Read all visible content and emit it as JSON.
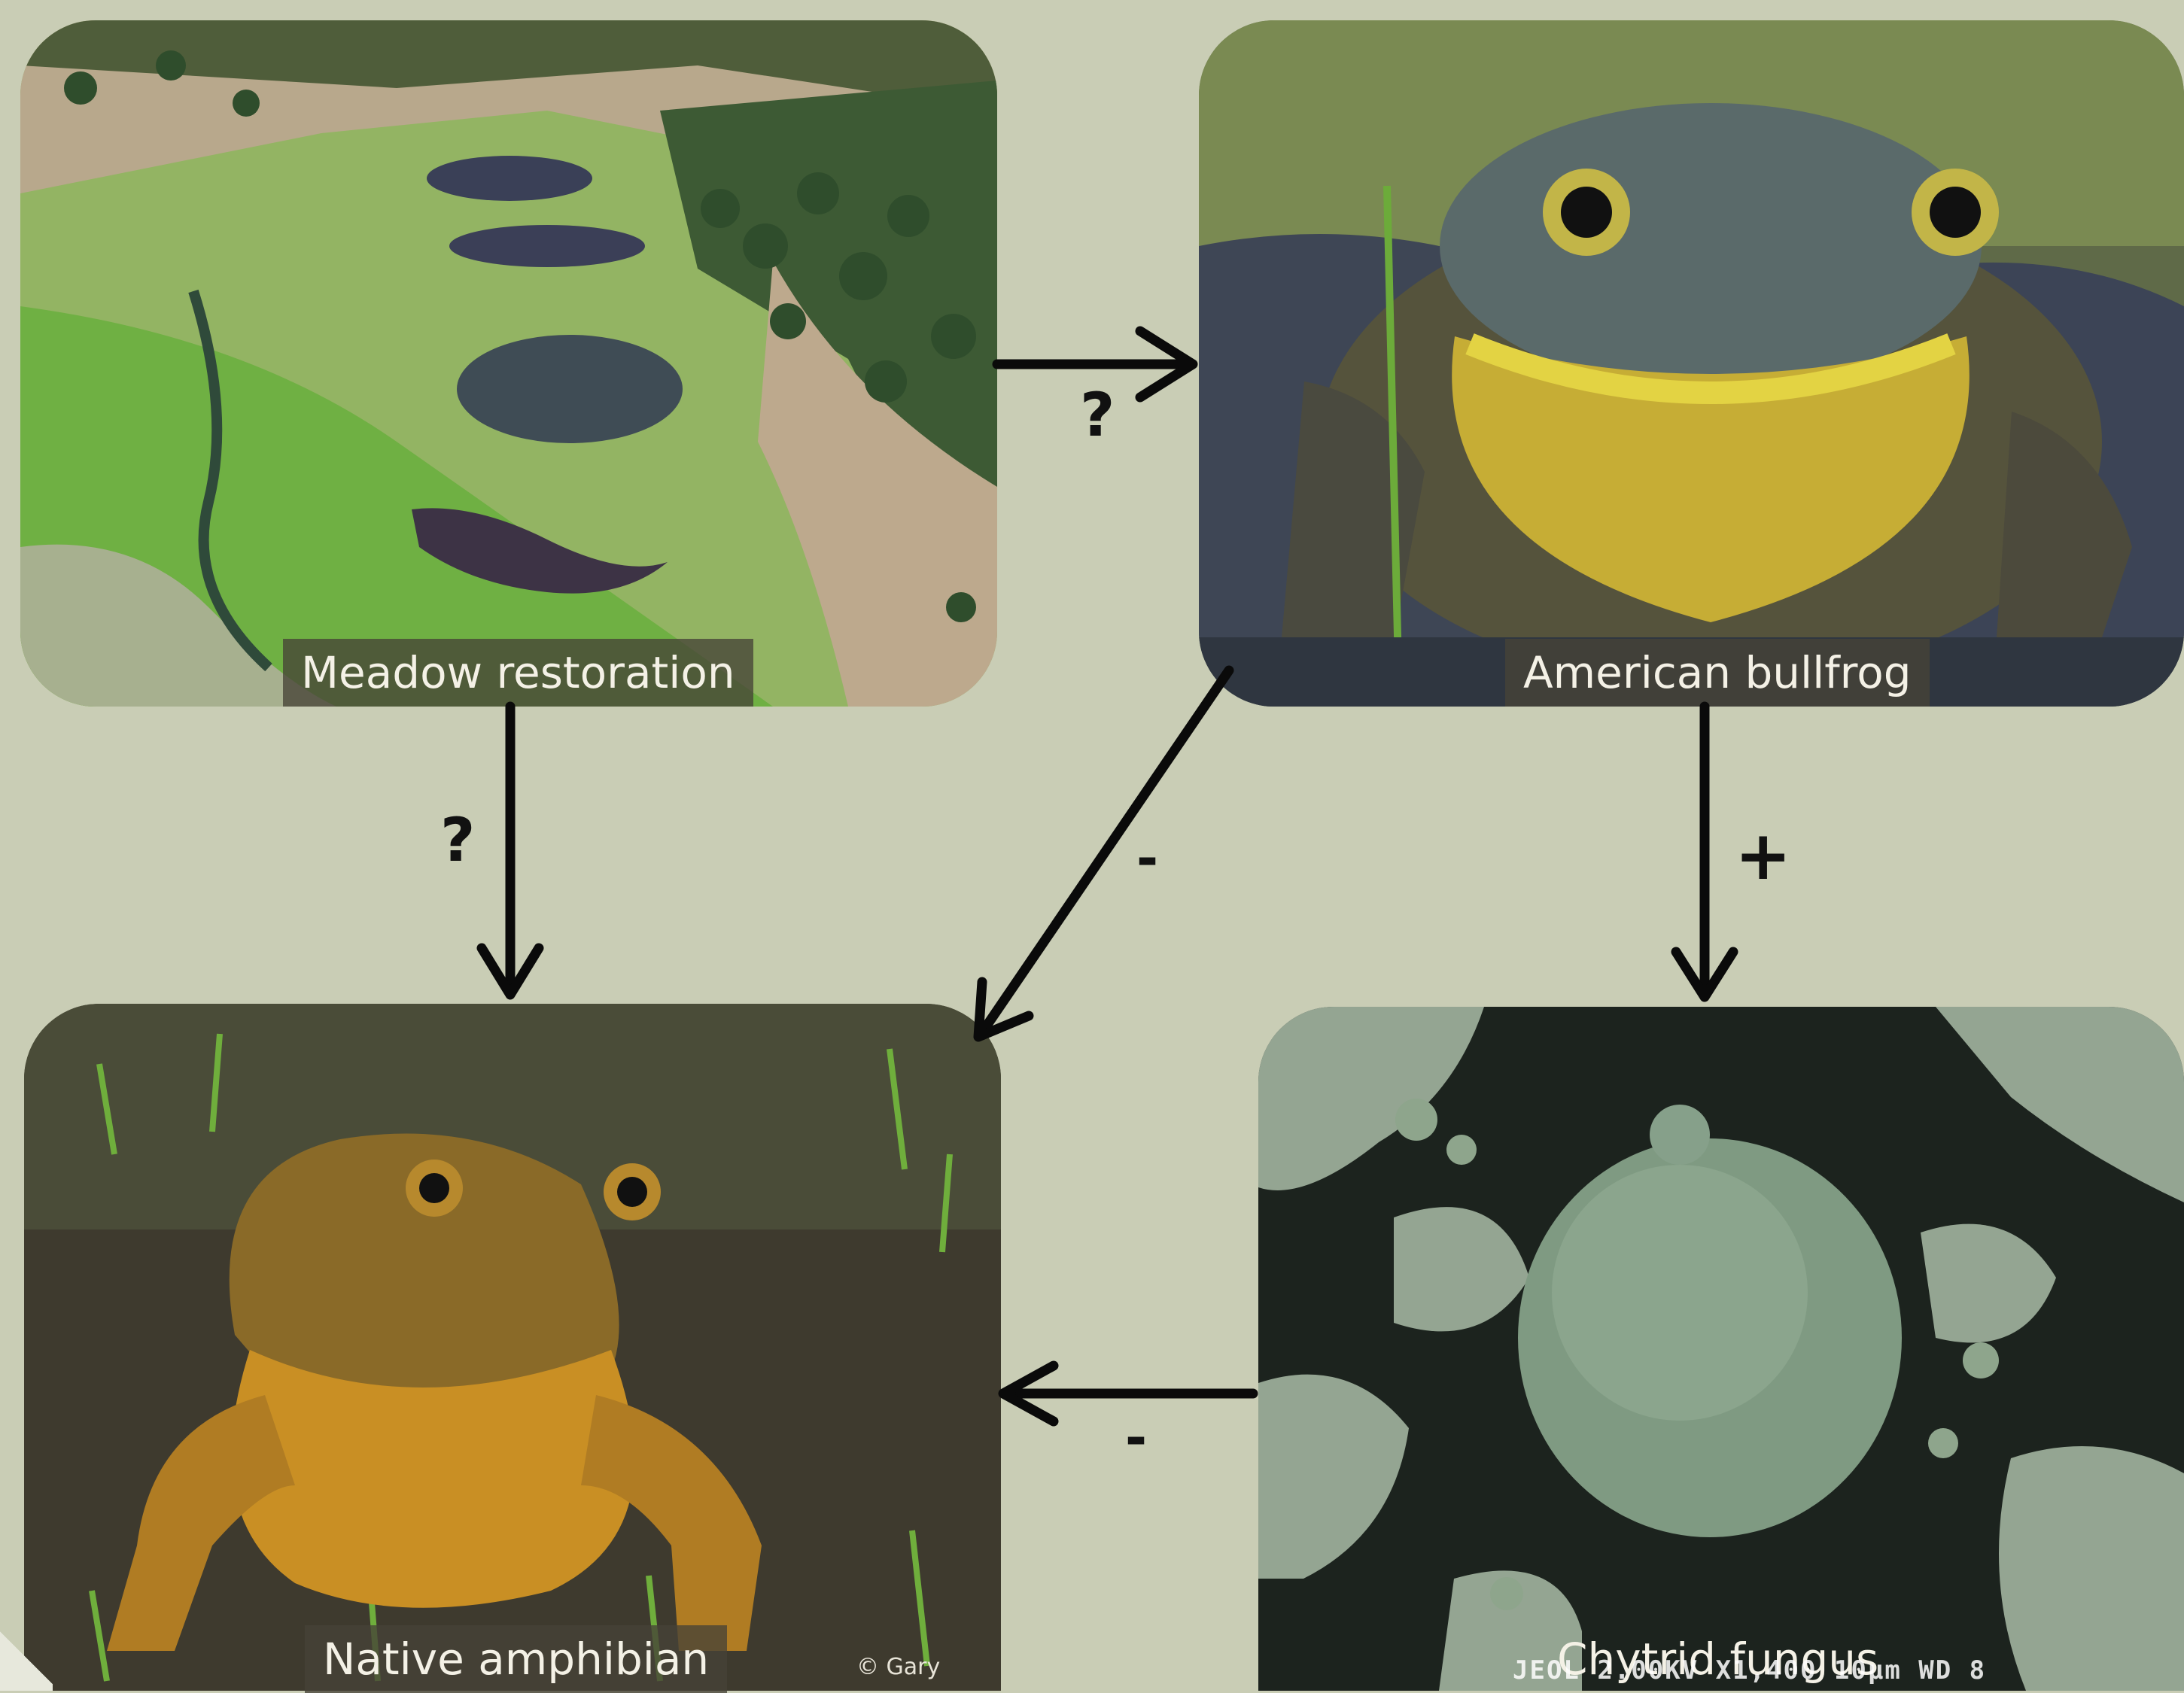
{
  "nodes": {
    "meadow": {
      "label": "Meadow restoration",
      "icon": "aerial-meadow-photo"
    },
    "bullfrog": {
      "label": "American bullfrog",
      "icon": "bullfrog-photo"
    },
    "native": {
      "label": "Native amphibian",
      "icon": "native-frog-photo",
      "credit": "© Gary"
    },
    "chytrid": {
      "label": "Chytrid fungus",
      "icon": "chytrid-sem-photo",
      "sem_text": "JEOL  2.00KV  X1,400   10µm  WD 8"
    }
  },
  "edges": [
    {
      "from": "Meadow restoration",
      "to": "American bullfrog",
      "sign": "?"
    },
    {
      "from": "Meadow restoration",
      "to": "Native amphibian",
      "sign": "?"
    },
    {
      "from": "American bullfrog",
      "to": "Native amphibian",
      "sign": "-"
    },
    {
      "from": "American bullfrog",
      "to": "Chytrid fungus",
      "sign": "+"
    },
    {
      "from": "Chytrid fungus",
      "to": "Native amphibian",
      "sign": "-"
    }
  ],
  "colors": {
    "background": "#c9cdb5",
    "arrow": "#0a0a0a"
  }
}
